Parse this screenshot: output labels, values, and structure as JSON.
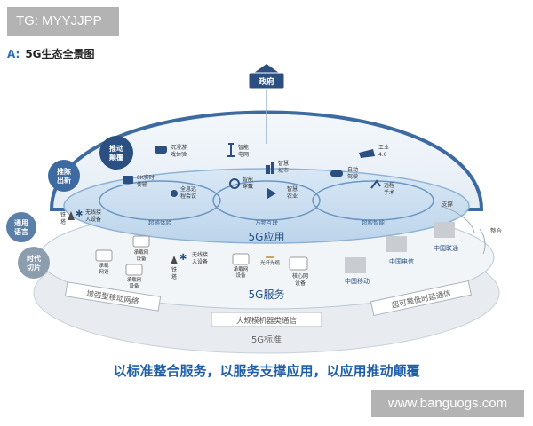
{
  "watermarks": {
    "top": "TG: MYYJJPP",
    "bottom": "www.banguogs.com"
  },
  "heading": {
    "prefix": "A:",
    "title": "5G生态全景图"
  },
  "government": "政府",
  "drivers": [
    {
      "label": [
        "推动",
        "颠覆"
      ],
      "color": "#2a4f80"
    },
    {
      "label": [
        "推陈",
        "出新"
      ],
      "color": "#3d6aa0"
    },
    {
      "label": [
        "通用",
        "语言"
      ],
      "color": "#5c7fa8"
    },
    {
      "label": [
        "时代",
        "切片"
      ],
      "color": "#8c9dae"
    }
  ],
  "applications": {
    "layer_label": "5G应用",
    "groups": [
      "超感体验",
      "万物互联",
      "超秒智能"
    ],
    "items": [
      {
        "label": [
          "沉浸游",
          "戏体验"
        ],
        "icon": "gamepad-icon"
      },
      {
        "label": [
          "8K实时",
          "传输"
        ],
        "icon": "camera-icon"
      },
      {
        "label": [
          "全息远",
          "程会议"
        ],
        "icon": "people-icon"
      },
      {
        "label": [
          "智能",
          "电网"
        ],
        "icon": "power-tower-icon"
      },
      {
        "label": [
          "智能",
          "穿戴"
        ],
        "icon": "watch-icon"
      },
      {
        "label": [
          "智慧",
          "城市"
        ],
        "icon": "city-icon"
      },
      {
        "label": [
          "智慧",
          "农业"
        ],
        "icon": "drone-icon"
      },
      {
        "label": [
          "工业",
          "4.0"
        ],
        "icon": "factory-icon"
      },
      {
        "label": [
          "自动",
          "驾驶"
        ],
        "icon": "car-icon"
      },
      {
        "label": [
          "远程",
          "手术"
        ],
        "icon": "robot-arm-icon"
      }
    ],
    "side_label": "支撑"
  },
  "services": {
    "layer_label": "5G服务",
    "items": [
      {
        "label": [
          "铁",
          "塔"
        ],
        "icon": "tower-icon"
      },
      {
        "label": [
          "无线接",
          "入设备"
        ],
        "icon": "antenna-icon"
      },
      {
        "label": [
          "承载网",
          "设备"
        ],
        "icon": "server-icon"
      },
      {
        "label": [
          "承载",
          "网设"
        ],
        "icon": "server-icon"
      },
      {
        "label": [
          "承载网",
          "设备"
        ],
        "icon": "server-icon"
      },
      {
        "label": [
          "铁",
          "塔"
        ],
        "icon": "tower-icon"
      },
      {
        "label": [
          "无线接",
          "入设备"
        ],
        "icon": "antenna-icon"
      },
      {
        "label": [
          "承载网",
          "设备"
        ],
        "icon": "server-icon"
      },
      {
        "label": [
          "光纤光缆"
        ],
        "icon": "fiber-icon"
      },
      {
        "label": [
          "核心网",
          "设备"
        ],
        "icon": "server-icon"
      }
    ],
    "operators": [
      "中国电信",
      "中国联通",
      "中国移动"
    ],
    "side_label": "整合"
  },
  "standards": {
    "layer_label": "5G标准",
    "scenarios": [
      "增强型移动网络",
      "大规模机器类通信",
      "超可靠低时延通信"
    ]
  },
  "tagline": "以标准整合服务，以服务支撑应用，以应用推动颠覆"
}
